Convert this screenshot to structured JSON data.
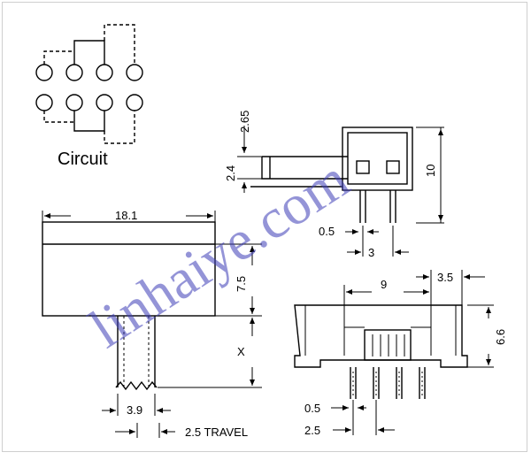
{
  "circuit_label": "Circuit",
  "watermark": "linhaiye.com",
  "dims": {
    "d_2_65": "2.65",
    "d_2_4": "2.4",
    "d_10": "10",
    "d_0_5_top": "0.5",
    "d_3": "3",
    "d_18_1": "18.1",
    "d_7_5": "7.5",
    "d_x": "X",
    "d_3_9": "3.9",
    "d_travel": "2.5 TRAVEL",
    "d_9": "9",
    "d_3_5": "3.5",
    "d_6_6": "6.6",
    "d_0_5_bot": "0.5",
    "d_2_5": "2.5"
  }
}
